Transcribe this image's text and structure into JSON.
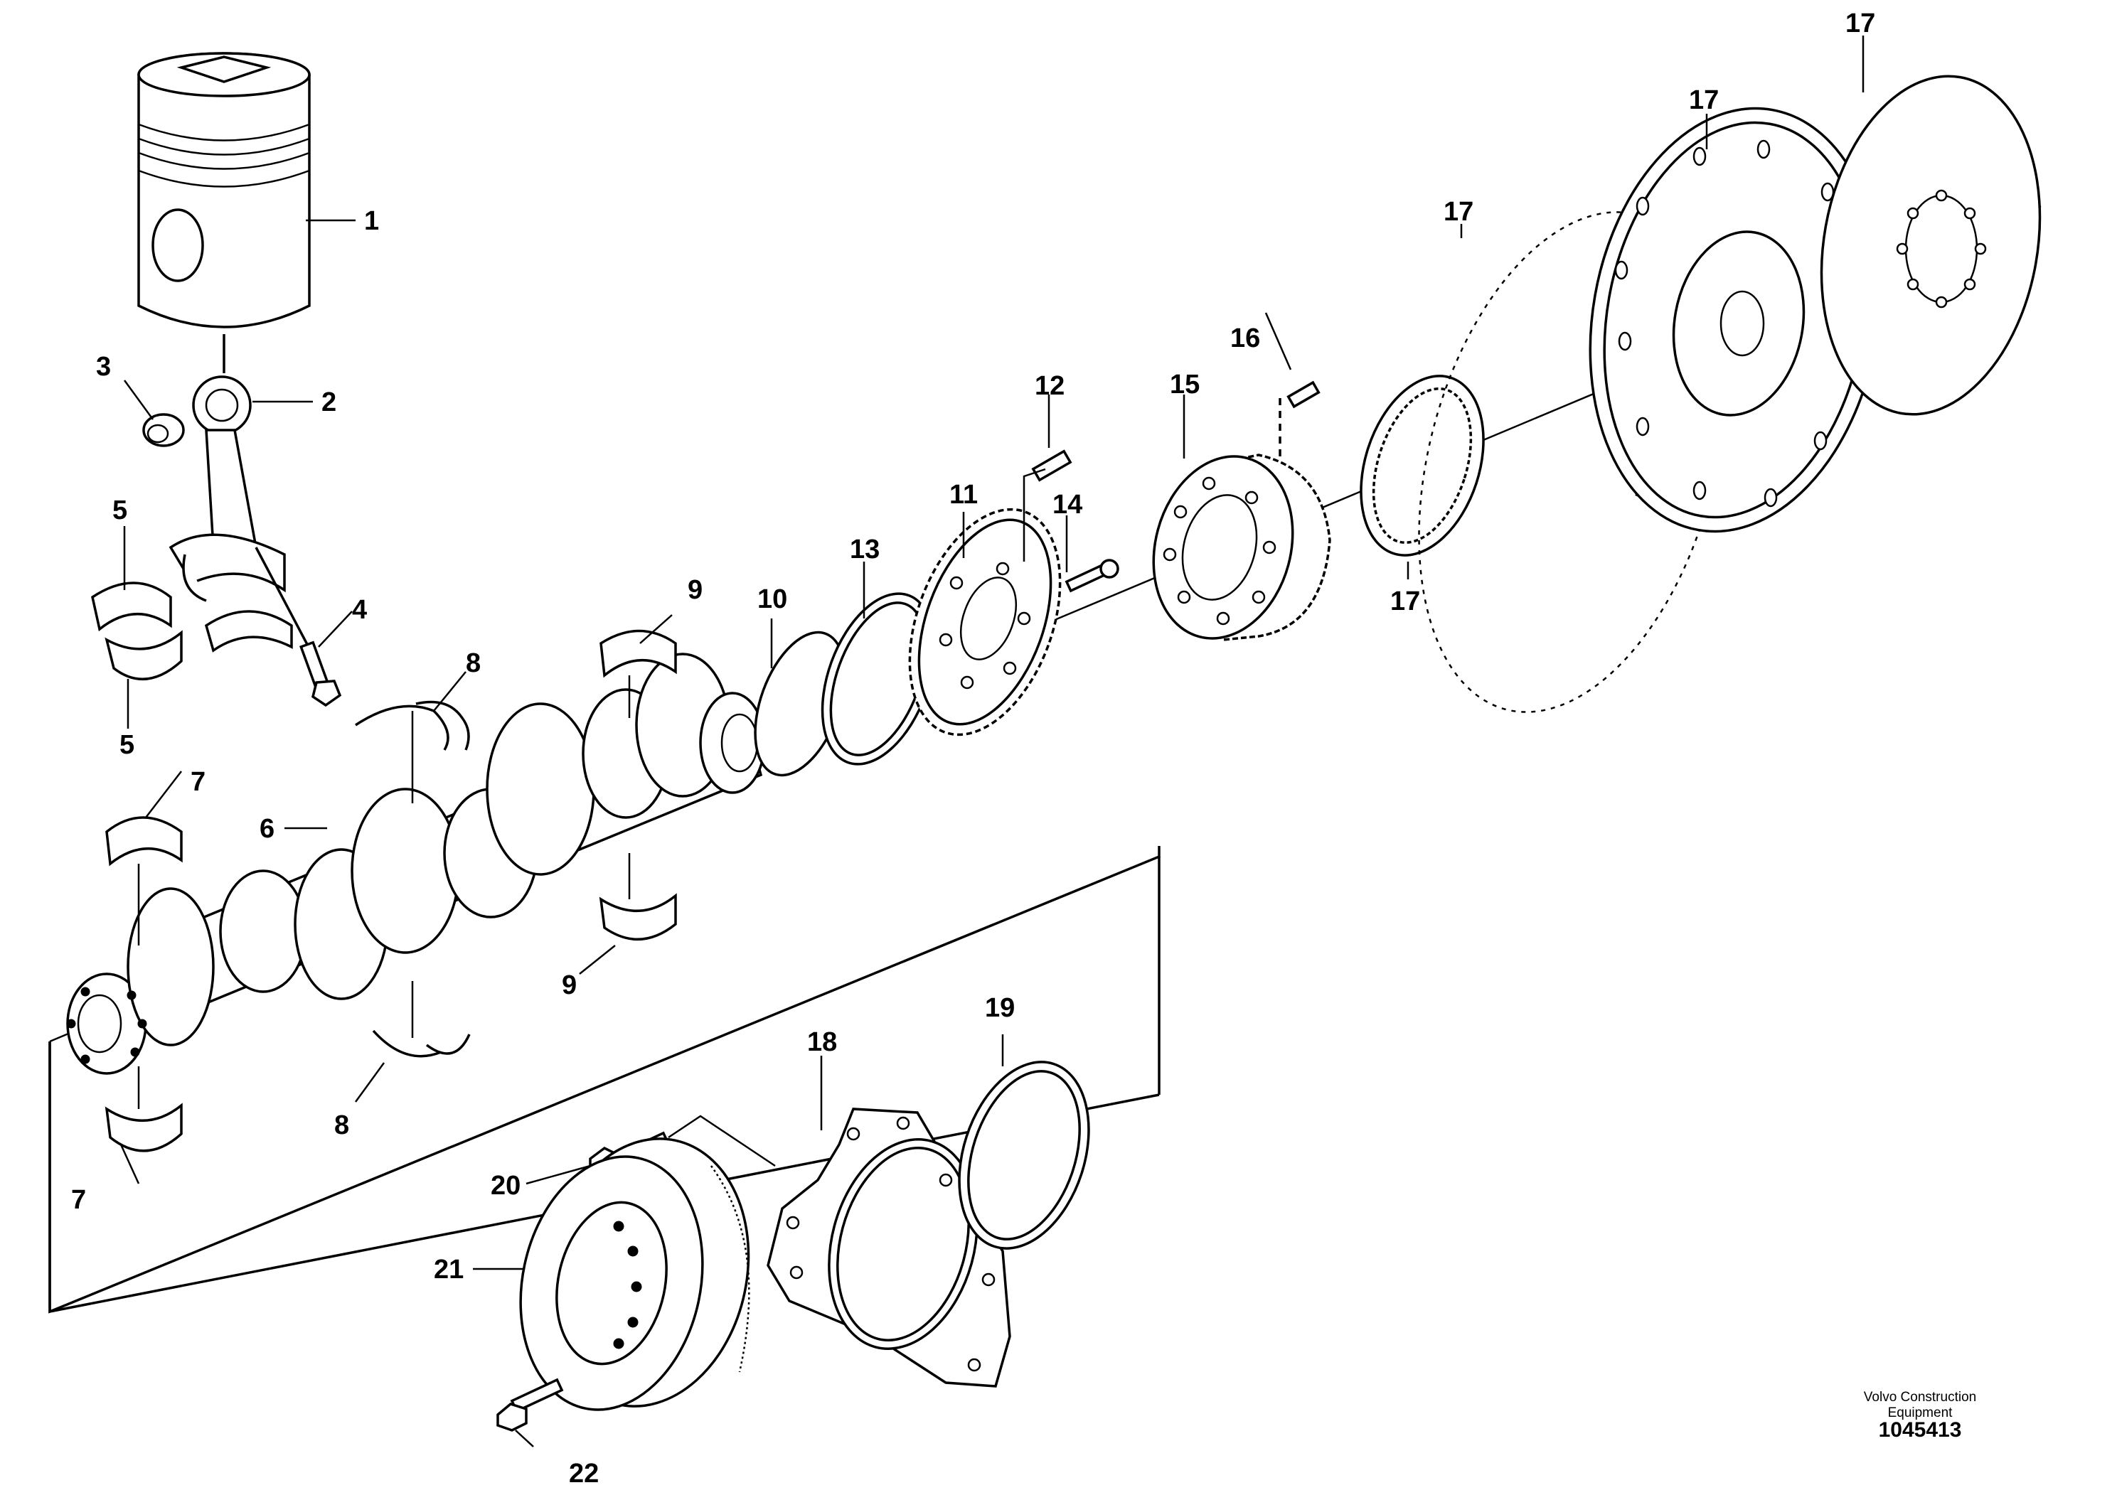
{
  "callouts": [
    {
      "id": "c1",
      "label": "1"
    },
    {
      "id": "c2",
      "label": "2"
    },
    {
      "id": "c3",
      "label": "3"
    },
    {
      "id": "c4",
      "label": "4"
    },
    {
      "id": "c5a",
      "label": "5"
    },
    {
      "id": "c5b",
      "label": "5"
    },
    {
      "id": "c6",
      "label": "6"
    },
    {
      "id": "c7a",
      "label": "7"
    },
    {
      "id": "c7b",
      "label": "7"
    },
    {
      "id": "c8a",
      "label": "8"
    },
    {
      "id": "c8b",
      "label": "8"
    },
    {
      "id": "c9a",
      "label": "9"
    },
    {
      "id": "c9b",
      "label": "9"
    },
    {
      "id": "c10",
      "label": "10"
    },
    {
      "id": "c11",
      "label": "11"
    },
    {
      "id": "c12",
      "label": "12"
    },
    {
      "id": "c13",
      "label": "13"
    },
    {
      "id": "c14",
      "label": "14"
    },
    {
      "id": "c15",
      "label": "15"
    },
    {
      "id": "c16",
      "label": "16"
    },
    {
      "id": "c17a",
      "label": "17"
    },
    {
      "id": "c17b",
      "label": "17"
    },
    {
      "id": "c17c",
      "label": "17"
    },
    {
      "id": "c17d",
      "label": "17"
    },
    {
      "id": "c18",
      "label": "18"
    },
    {
      "id": "c19",
      "label": "19"
    },
    {
      "id": "c20",
      "label": "20"
    },
    {
      "id": "c21",
      "label": "21"
    },
    {
      "id": "c22",
      "label": "22"
    }
  ],
  "vendor": {
    "line1": "Volvo Construction",
    "line2": "Equipment"
  },
  "drawing_number": "1045413"
}
